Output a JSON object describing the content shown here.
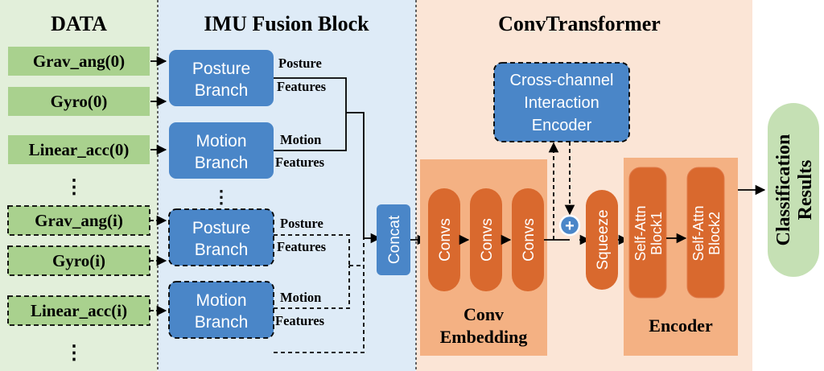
{
  "sections": {
    "data_title": "DATA",
    "imu_title": "IMU Fusion Block",
    "conv_title": "ConvTransformer"
  },
  "inputs": [
    {
      "label": "Grav_ang(0)",
      "dashed": false
    },
    {
      "label": "Gyro(0)",
      "dashed": false
    },
    {
      "label": "Linear_acc(0)",
      "dashed": false
    },
    {
      "label": "Grav_ang(i)",
      "dashed": true
    },
    {
      "label": "Gyro(i)",
      "dashed": true
    },
    {
      "label": "Linear_acc(i)",
      "dashed": true
    }
  ],
  "ellipsis": "⋮",
  "branches": [
    {
      "line1": "Posture",
      "line2": "Branch",
      "feat1": "Posture",
      "feat2": "Features",
      "dashed": false
    },
    {
      "line1": "Motion",
      "line2": "Branch",
      "feat1": "Motion",
      "feat2": "Features",
      "dashed": false
    },
    {
      "line1": "Posture",
      "line2": "Branch",
      "feat1": "Posture",
      "feat2": "Features",
      "dashed": true
    },
    {
      "line1": "Motion",
      "line2": "Branch",
      "feat1": "Motion",
      "feat2": "Features",
      "dashed": true
    }
  ],
  "concat": "Concat",
  "cross_channel": {
    "line1": "Cross-channel",
    "line2": "Interaction",
    "line3": "Encoder"
  },
  "convs": [
    "Convs",
    "Convs",
    "Convs"
  ],
  "conv_embedding": {
    "line1": "Conv",
    "line2": "Embedding"
  },
  "plus": "+",
  "squeeze": "Squeeze",
  "attn_blocks": [
    {
      "line1": "Self-Attn",
      "line2": "Block1"
    },
    {
      "line1": "Self-Attn",
      "line2": "Block2"
    }
  ],
  "encoder": "Encoder",
  "output": {
    "line1": "Classification",
    "line2": "Results"
  },
  "colors": {
    "data_bg": "#e2efda",
    "input_fill": "#a9d18e",
    "imu_bg": "#deebf7",
    "branch_fill": "#4a86c8",
    "conv_bg": "#fbe5d6",
    "embed_bg": "#f4b183",
    "pill_fill": "#d9692e",
    "output_fill": "#c5e0b4"
  }
}
